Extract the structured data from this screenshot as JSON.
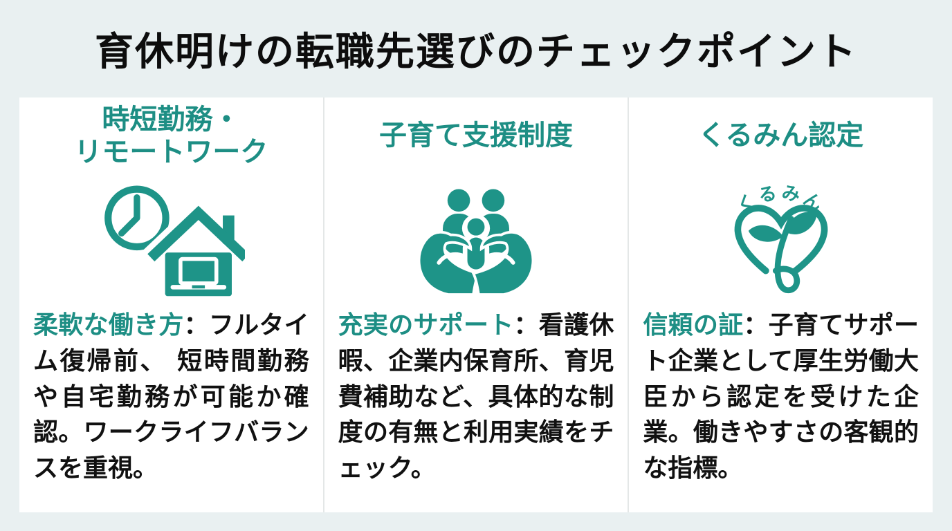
{
  "page": {
    "title": "育休明けの転職先選びのチェックポイント",
    "colors": {
      "background": "#e9f0f1",
      "card": "#ffffff",
      "accent_teal": "#1d8e84",
      "icon_teal": "#1e9488",
      "divider": "#e4e7e7",
      "title_text": "#0d0d0d",
      "body_text": "#111111"
    }
  },
  "columns": [
    {
      "heading": "時短勤務・\nリモートワーク",
      "icon": "clock-house-remote-work-icon",
      "lead": "柔軟な働き方",
      "body": "：フルタイム復帰前、 短時間勤務や自宅勤務が可能か確認。ワークライフバランスを重視。"
    },
    {
      "heading": "子育て支援制度",
      "icon": "hands-holding-family-icon",
      "lead": "充実のサポート",
      "body": "：看護休暇、企業内保育所、育児費補助など、具体的な制度の有無と利用実績をチェック。"
    },
    {
      "heading": "くるみん認定",
      "icon": "kurumin-certification-icon",
      "icon_text": "くるみん",
      "lead": "信頼の証",
      "body": "：子育てサポート企業として厚生労働大臣から認定を受けた企業。働きやすさの客観的な指標。"
    }
  ]
}
